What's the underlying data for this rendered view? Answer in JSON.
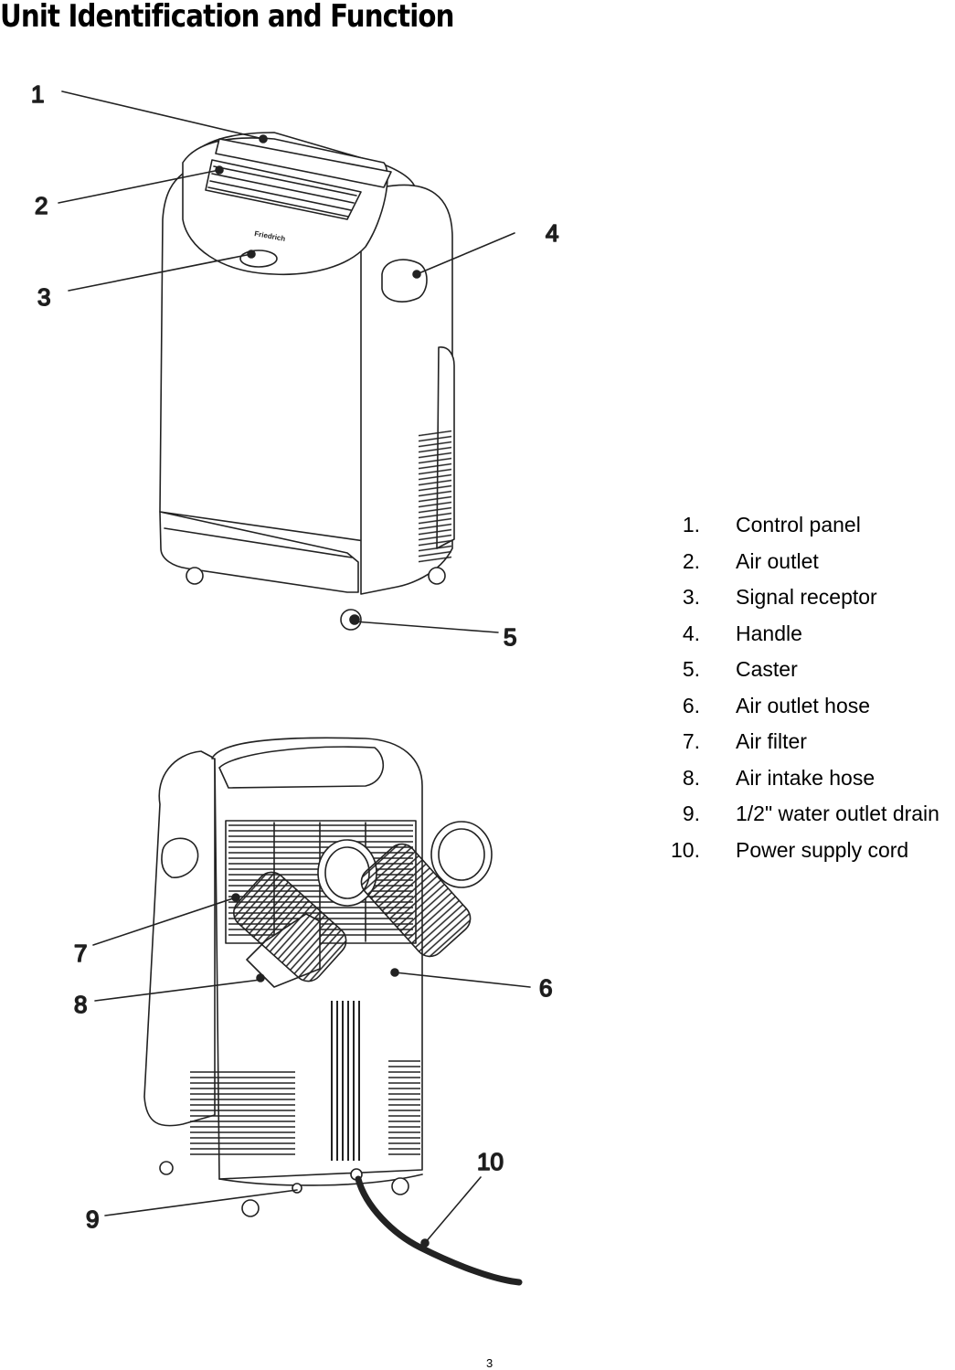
{
  "page": {
    "title": "Unit Identification and Function",
    "page_number": "3"
  },
  "figure": {
    "callouts": [
      "1",
      "2",
      "3",
      "4",
      "5",
      "7",
      "8",
      "6",
      "9",
      "10"
    ],
    "brand_logo_text": "Friedrich"
  },
  "legend": {
    "items": [
      {
        "num": "1.",
        "label": "Control panel"
      },
      {
        "num": "2.",
        "label": "Air outlet"
      },
      {
        "num": "3.",
        "label": "Signal receptor"
      },
      {
        "num": "4.",
        "label": "Handle"
      },
      {
        "num": "5.",
        "label": "Caster"
      },
      {
        "num": "6.",
        "label": "Air outlet hose"
      },
      {
        "num": "7.",
        "label": "Air filter"
      },
      {
        "num": "8.",
        "label": "Air intake hose"
      },
      {
        "num": "9.",
        "label": "1/2\" water outlet drain"
      },
      {
        "num": "10.",
        "label": "Power supply cord"
      }
    ]
  }
}
